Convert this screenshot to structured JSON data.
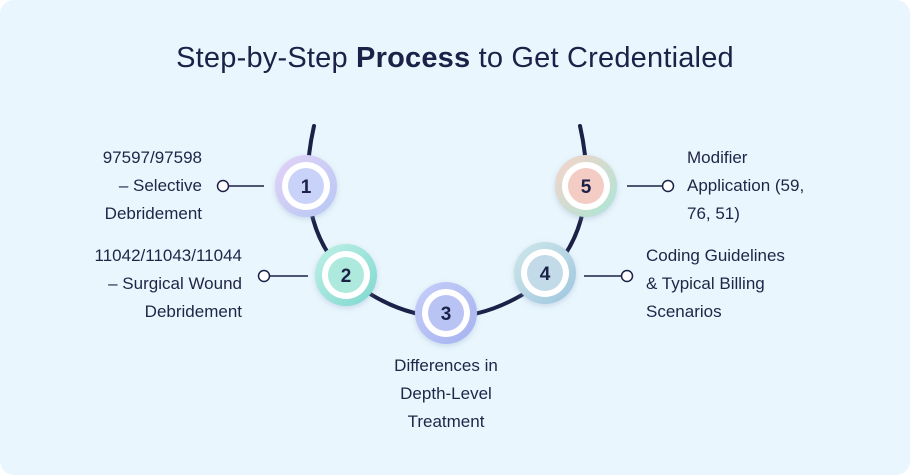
{
  "title": {
    "prefix": "Step-by-Step ",
    "bold": "Process",
    "suffix": " to Get Credentialed"
  },
  "steps": [
    {
      "number": "1",
      "lines": [
        "97597/97598",
        "– Selective",
        "Debridement"
      ],
      "color": "#c9d3fa"
    },
    {
      "number": "2",
      "lines": [
        "11042/11043/11044",
        "– Surgical Wound",
        "Debridement"
      ],
      "color": "#aee9de"
    },
    {
      "number": "3",
      "lines": [
        "Differences in",
        "Depth-Level",
        "Treatment"
      ],
      "color": "#b9c4f5"
    },
    {
      "number": "4",
      "lines": [
        "Coding Guidelines",
        "& Typical Billing",
        "Scenarios"
      ],
      "color": "#c3dbe8"
    },
    {
      "number": "5",
      "lines": [
        "Modifier",
        "Application (59,",
        "76, 51)"
      ],
      "color": "#f3ccc3"
    }
  ]
}
